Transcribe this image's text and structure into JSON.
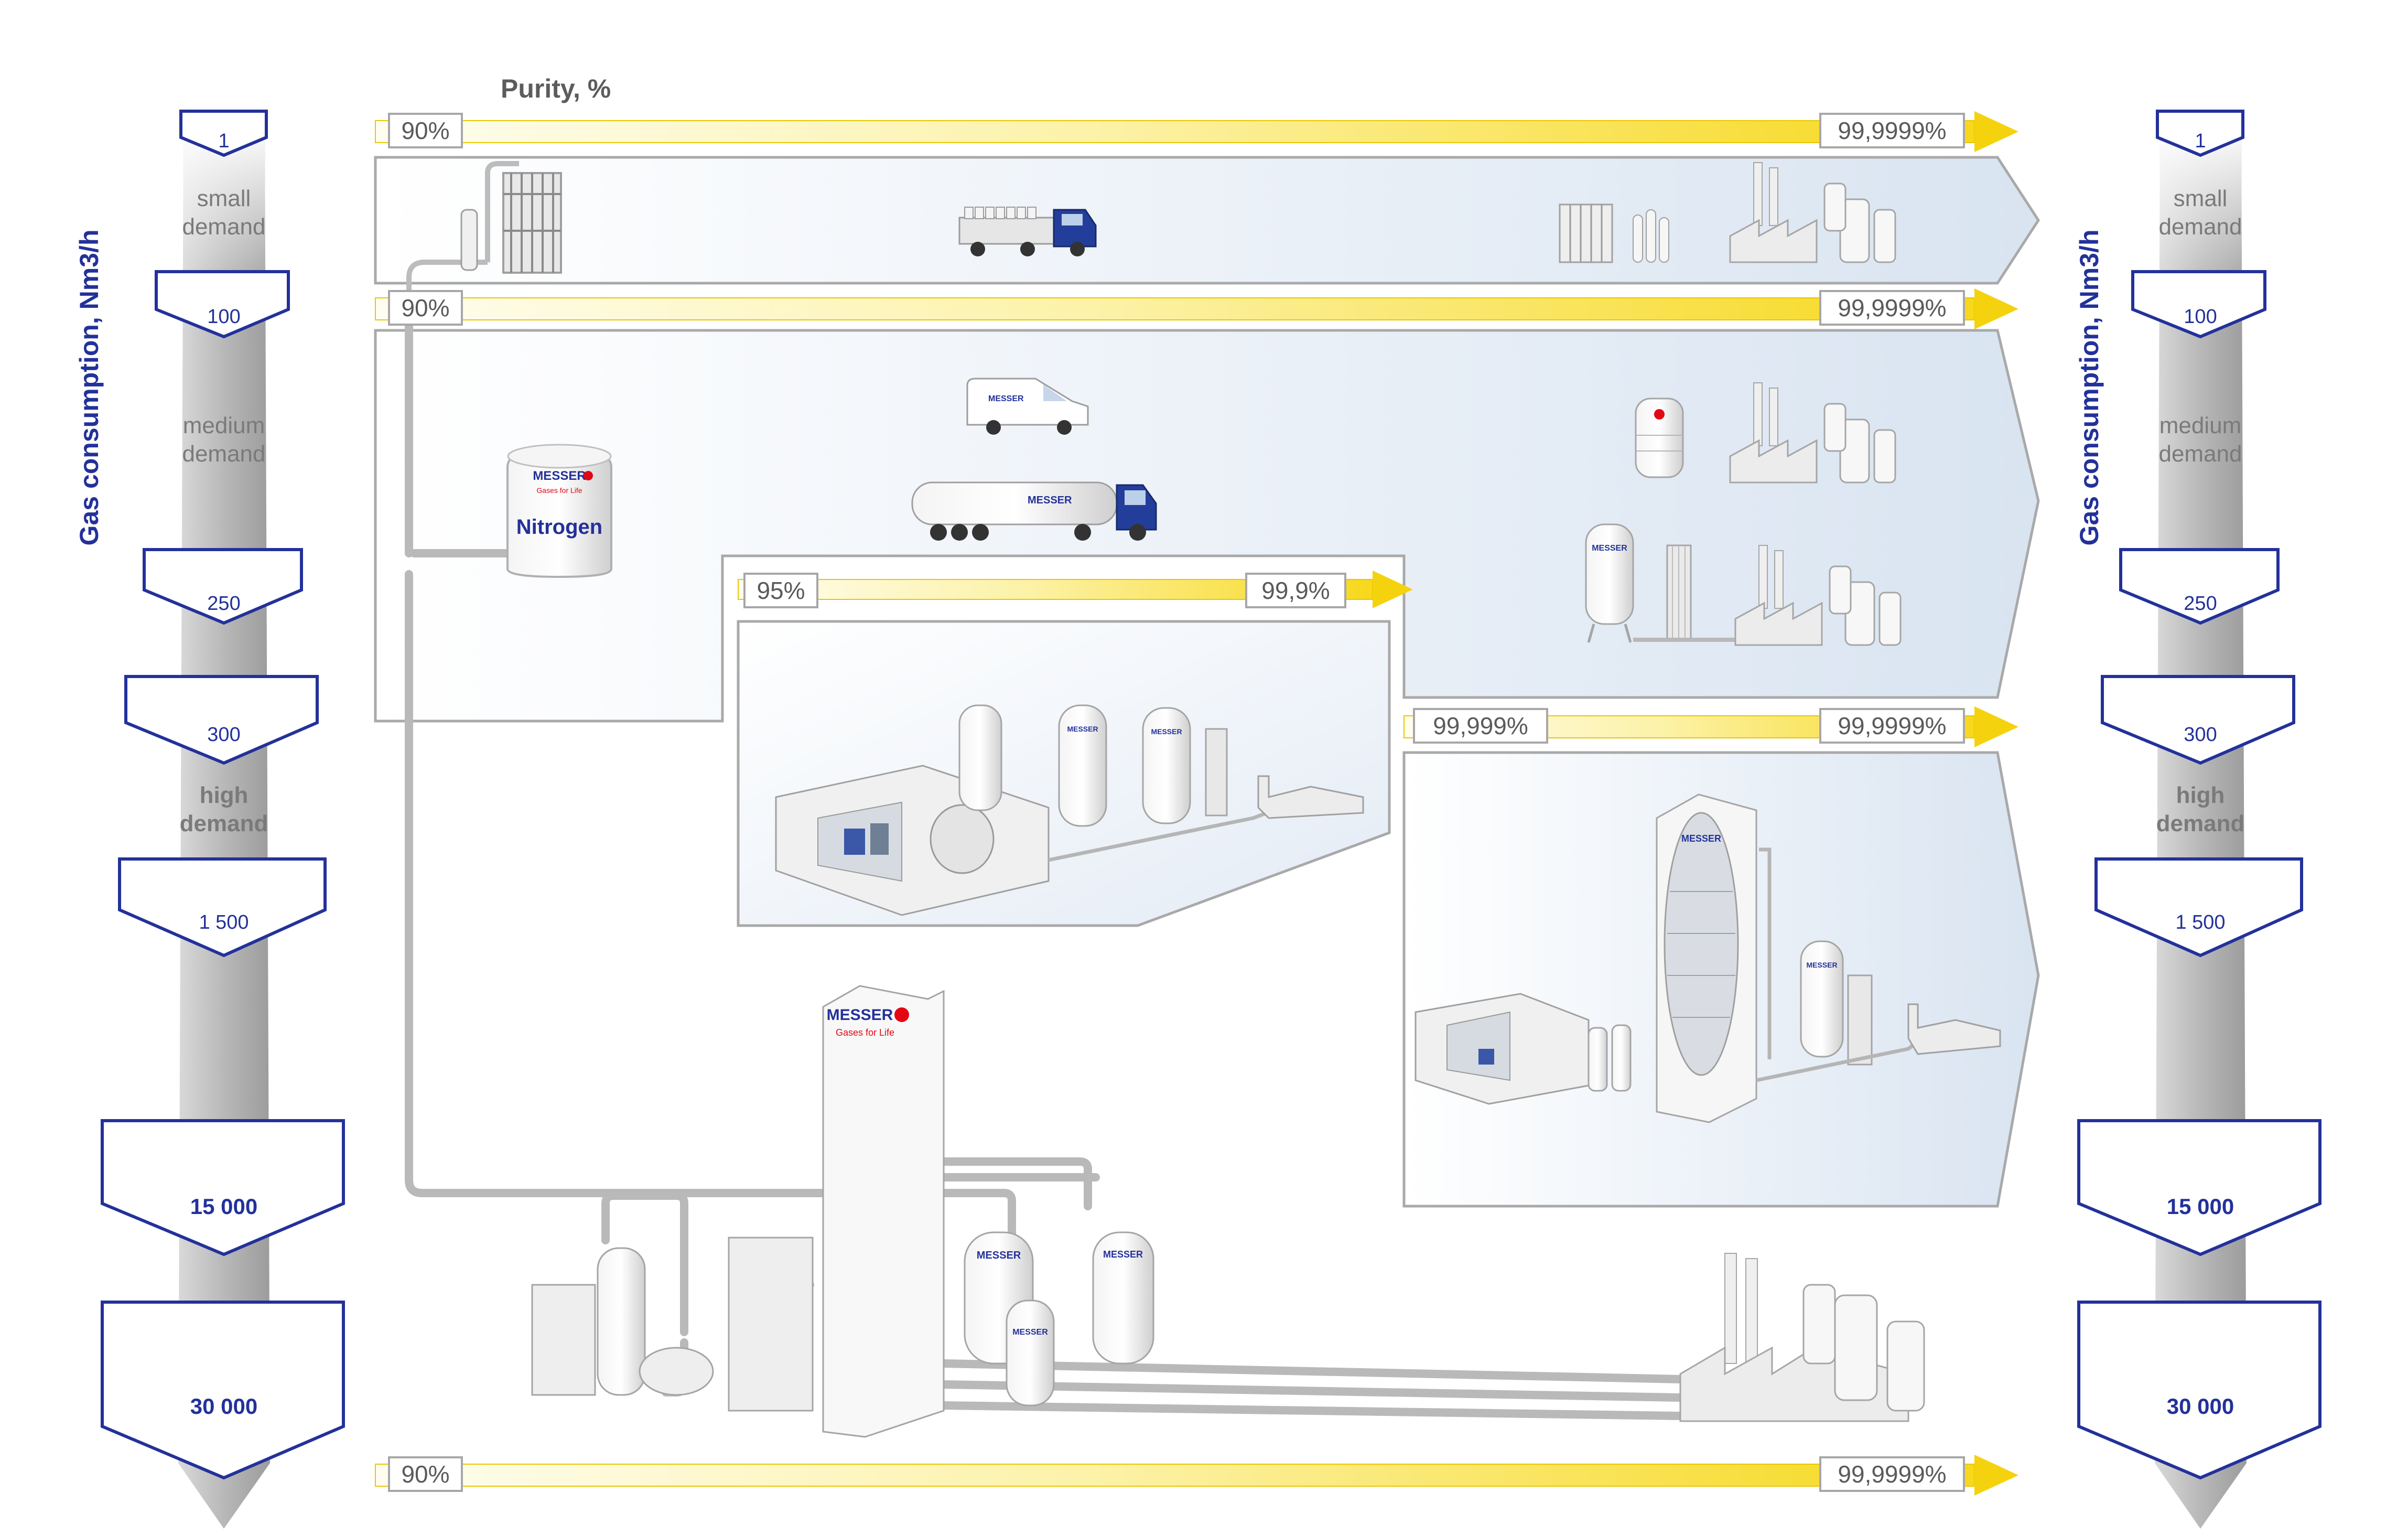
{
  "purity_title": "Purity, %",
  "axis_title": "Gas consumption,  Nm3/h",
  "demand_labels": {
    "small": [
      "small",
      "demand"
    ],
    "medium": [
      "medium",
      "demand"
    ],
    "high": [
      "high",
      "demand"
    ]
  },
  "consumption_values": [
    "1",
    "100",
    "250",
    "300",
    "1 500",
    "15 000",
    "30 000"
  ],
  "purity_bars": [
    {
      "from": "90%",
      "to": "99,9999%"
    },
    {
      "from": "90%",
      "to": "99,9999%"
    },
    {
      "from": "95%",
      "to": "99,9%"
    },
    {
      "from": "99,999%",
      "to": "99,9999%"
    },
    {
      "from": "90%",
      "to": "99,9999%"
    }
  ],
  "tank_label": "Nitrogen",
  "brand": {
    "name": "MESSER",
    "tagline": "Gases for Life",
    "color": "#23319a",
    "accent": "#e30613"
  },
  "colors": {
    "arrow_yellow": "#f7dc2a",
    "panel_blue": "#dde7f3",
    "navy": "#23319a",
    "grey": "#a7a7a7"
  }
}
